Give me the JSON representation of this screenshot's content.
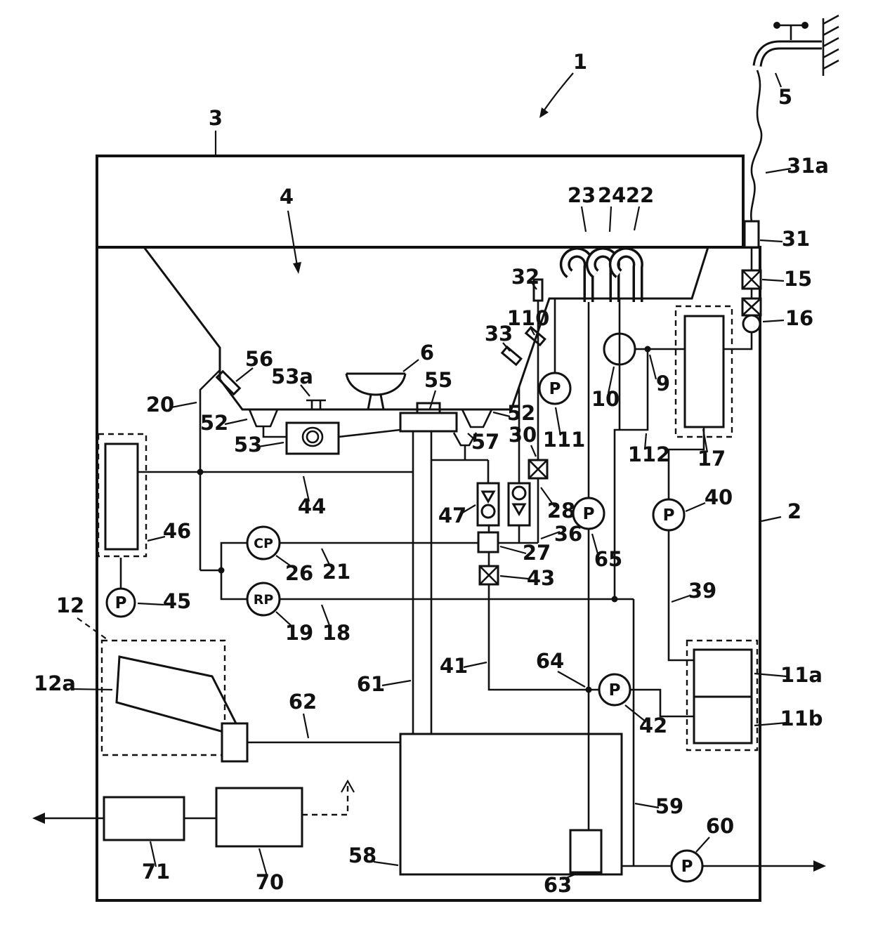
{
  "figure": {
    "labels": {
      "n1": "1",
      "n2": "2",
      "n3": "3",
      "n4": "4",
      "n5": "5",
      "n6": "6",
      "n9": "9",
      "n10": "10",
      "n11a": "11a",
      "n11b": "11b",
      "n12": "12",
      "n12a": "12a",
      "n15": "15",
      "n16": "16",
      "n17": "17",
      "n18": "18",
      "n19": "19",
      "n20": "20",
      "n21": "21",
      "n22": "22",
      "n23": "23",
      "n24": "24",
      "n26": "26",
      "n27": "27",
      "n28": "28",
      "n30": "30",
      "n31": "31",
      "n31a": "31a",
      "n32": "32",
      "n33": "33",
      "n36": "36",
      "n39": "39",
      "n40": "40",
      "n41": "41",
      "n42": "42",
      "n43": "43",
      "n44": "44",
      "n45": "45",
      "n46": "46",
      "n47": "47",
      "n52": "52",
      "n53": "53",
      "n53a": "53a",
      "n55": "55",
      "n56": "56",
      "n57": "57",
      "n58": "58",
      "n59": "59",
      "n60": "60",
      "n61": "61",
      "n62": "62",
      "n63": "63",
      "n64": "64",
      "n65": "65",
      "n70": "70",
      "n71": "71",
      "n110": "110",
      "n111": "111",
      "n112": "112"
    },
    "symbols": {
      "pressure": "P",
      "wash_pump": "CP",
      "rinse_pump": "RP"
    },
    "colors": {
      "line": "#111111",
      "background": "#ffffff"
    }
  }
}
